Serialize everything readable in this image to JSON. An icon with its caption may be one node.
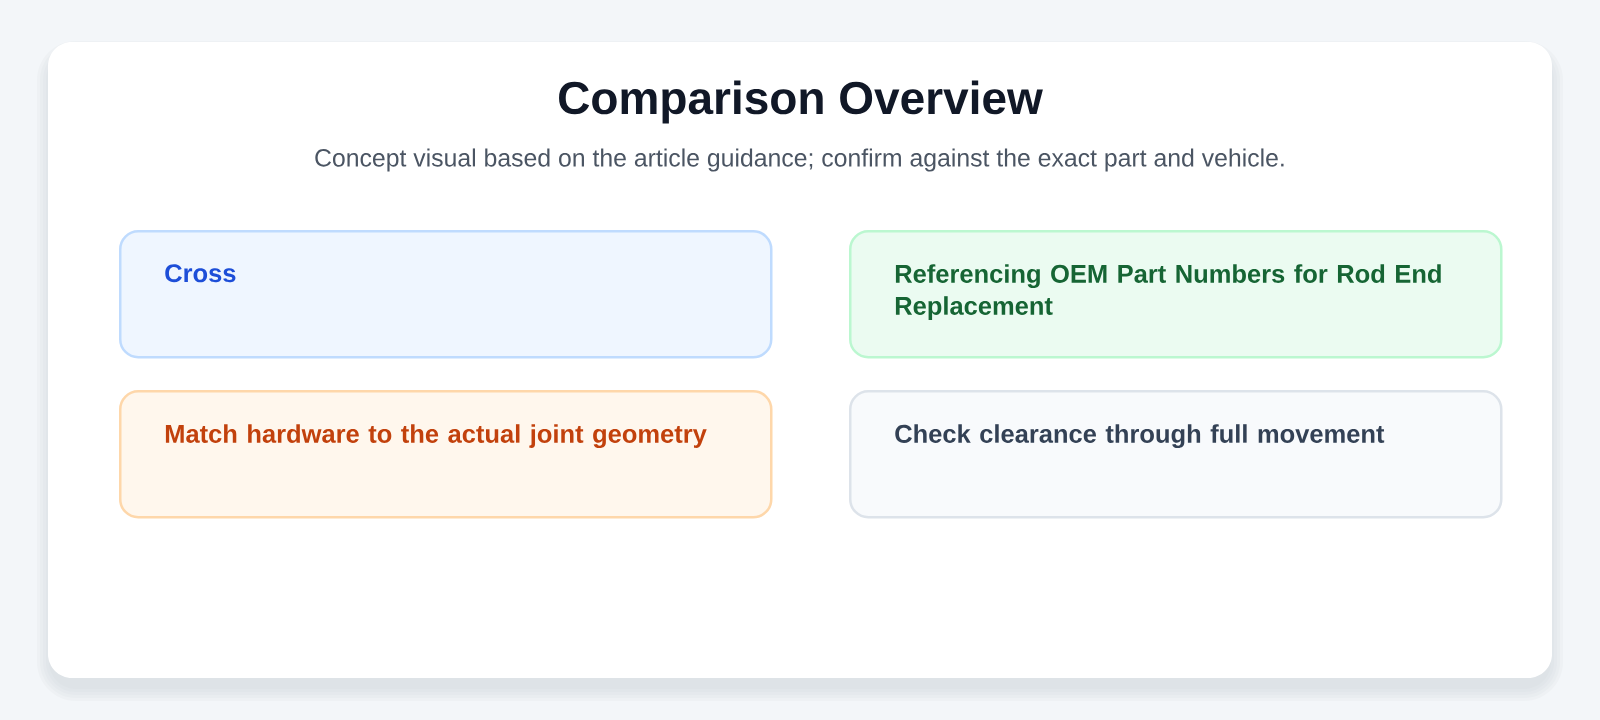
{
  "diagram": {
    "title": "Comparison Overview",
    "nodes": [
      {
        "text": [
          "Cross"
        ]
      },
      {
        "text": [
          "Referencing OEM Part Numbers for Rod End Replacement"
        ]
      },
      {
        "text": [
          "Match hardware to the actual joint geometry"
        ]
      },
      {
        "text": [
          "Check clearance through full movement"
        ]
      }
    ],
    "labels": [
      "Concept visual based on the article guidance; confirm against the exact part and vehicle."
    ]
  }
}
